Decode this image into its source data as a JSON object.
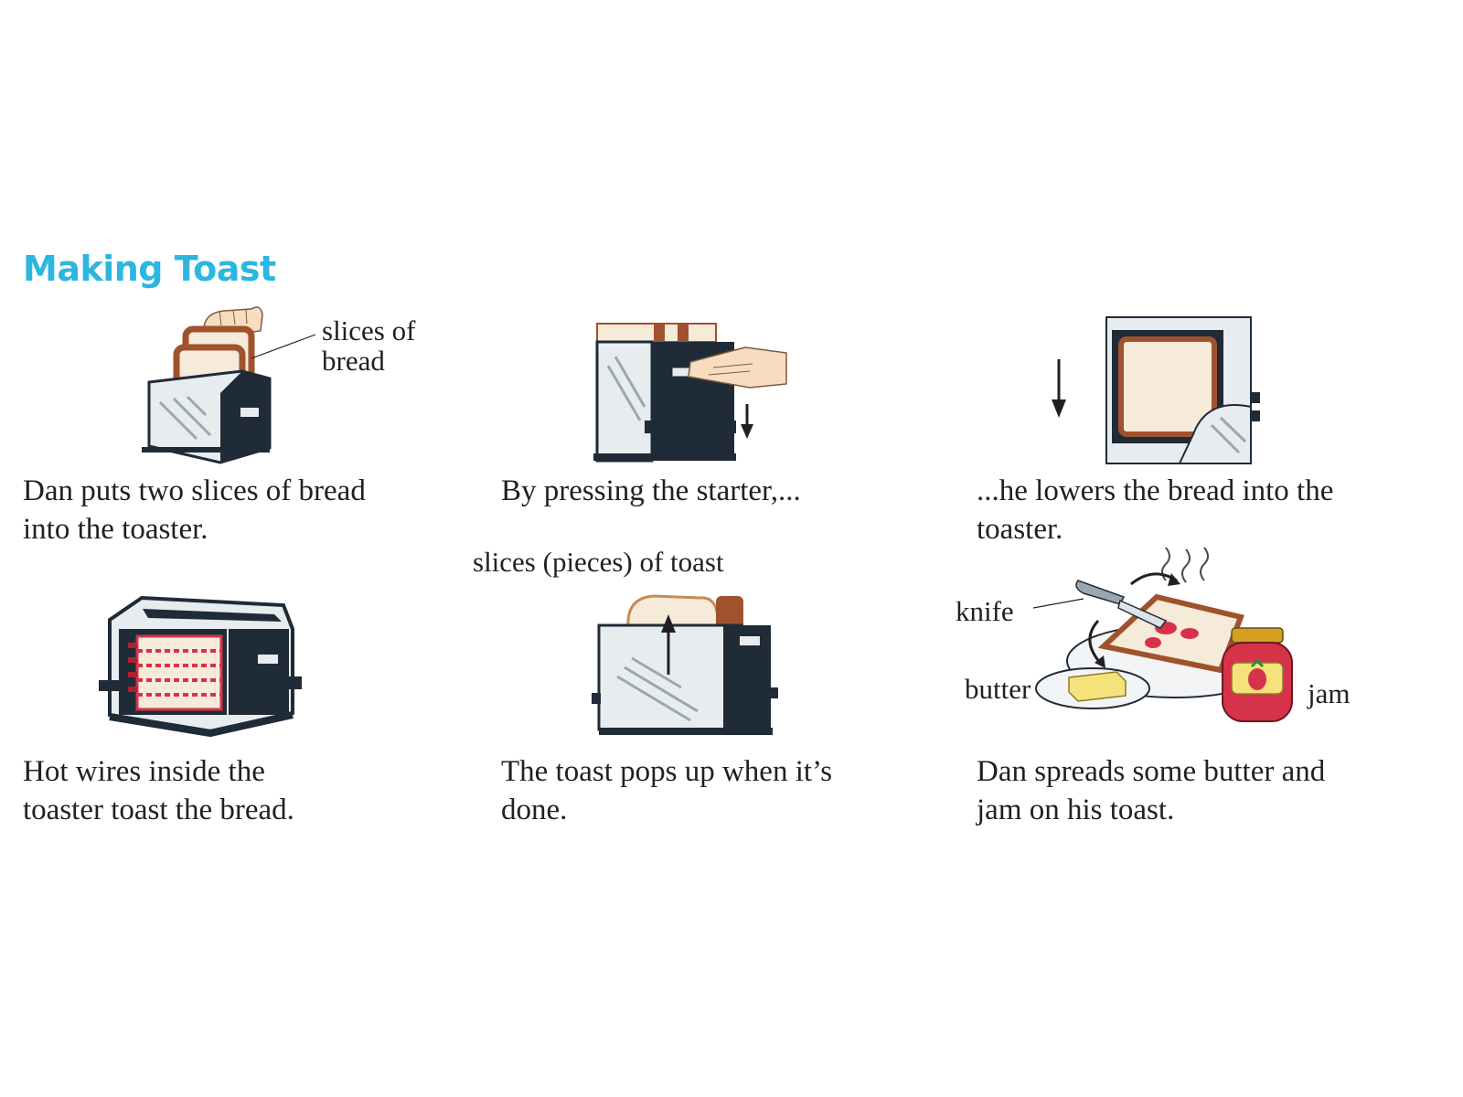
{
  "title": "Making Toast",
  "colors": {
    "title": "#2cb6e0",
    "toaster_dark": "#1f2b37",
    "toaster_metal": "#e7ecef",
    "bread_crust": "#a0522d",
    "bread_crumb": "#f6ead8",
    "jam": "#d6334a",
    "butter": "#f5e27a",
    "hand": "#f8dcc0"
  },
  "steps": [
    {
      "caption_line1": "Dan puts two slices of bread",
      "caption_line2": "into the toaster.",
      "labels": {
        "slices_line1": "slices of",
        "slices_line2": "bread"
      },
      "icon": "toaster-with-hand-inserting-bread"
    },
    {
      "caption_line1": "By pressing the starter,...",
      "icon": "hand-pressing-lever"
    },
    {
      "caption_line1": "...he lowers the bread into the",
      "caption_line2": "toaster.",
      "icon": "bread-lowered-into-toaster"
    },
    {
      "caption_line1": "Hot wires inside the",
      "caption_line2": "toaster toast the bread.",
      "icon": "toaster-hot-wires"
    },
    {
      "caption_line1": "The toast pops up when it’s",
      "caption_line2": "done.",
      "labels": {
        "toast": "slices (pieces) of toast"
      },
      "icon": "toast-popping-up"
    },
    {
      "caption_line1": "Dan spreads some butter and",
      "caption_line2": "jam on his toast.",
      "labels": {
        "knife": "knife",
        "butter": "butter",
        "jam": "jam"
      },
      "icon": "plate-toast-butter-jam"
    }
  ]
}
